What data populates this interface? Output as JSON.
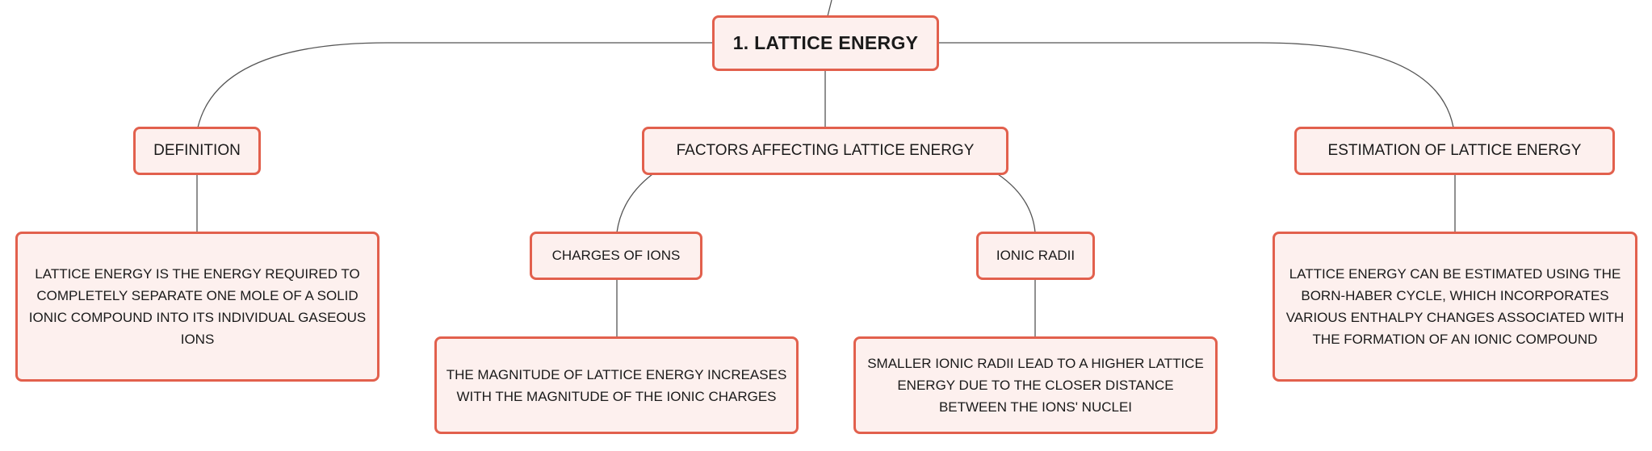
{
  "map": {
    "root": "1. LATTICE ENERGY",
    "definition": {
      "label": "DEFINITION",
      "detail": "LATTICE ENERGY IS THE ENERGY REQUIRED TO COMPLETELY SEPARATE ONE MOLE OF A SOLID IONIC COMPOUND INTO ITS INDIVIDUAL GASEOUS IONS"
    },
    "factors": {
      "label": "FACTORS AFFECTING LATTICE ENERGY",
      "charges": {
        "label": "CHARGES OF IONS",
        "detail": "THE MAGNITUDE OF LATTICE ENERGY INCREASES WITH THE MAGNITUDE OF THE IONIC CHARGES"
      },
      "radii": {
        "label": "IONIC RADII",
        "detail": "SMALLER IONIC RADII LEAD TO A HIGHER LATTICE ENERGY DUE TO THE CLOSER DISTANCE BETWEEN THE IONS' NUCLEI"
      }
    },
    "estimation": {
      "label": "ESTIMATION OF LATTICE ENERGY",
      "detail": "LATTICE ENERGY CAN BE ESTIMATED USING THE BORN-HABER CYCLE, WHICH INCORPORATES VARIOUS ENTHALPY CHANGES ASSOCIATED WITH THE FORMATION OF AN IONIC COMPOUND"
    }
  },
  "colors": {
    "node_border": "#e2604d",
    "node_fill": "#fdf0ee",
    "connector": "#555555"
  }
}
